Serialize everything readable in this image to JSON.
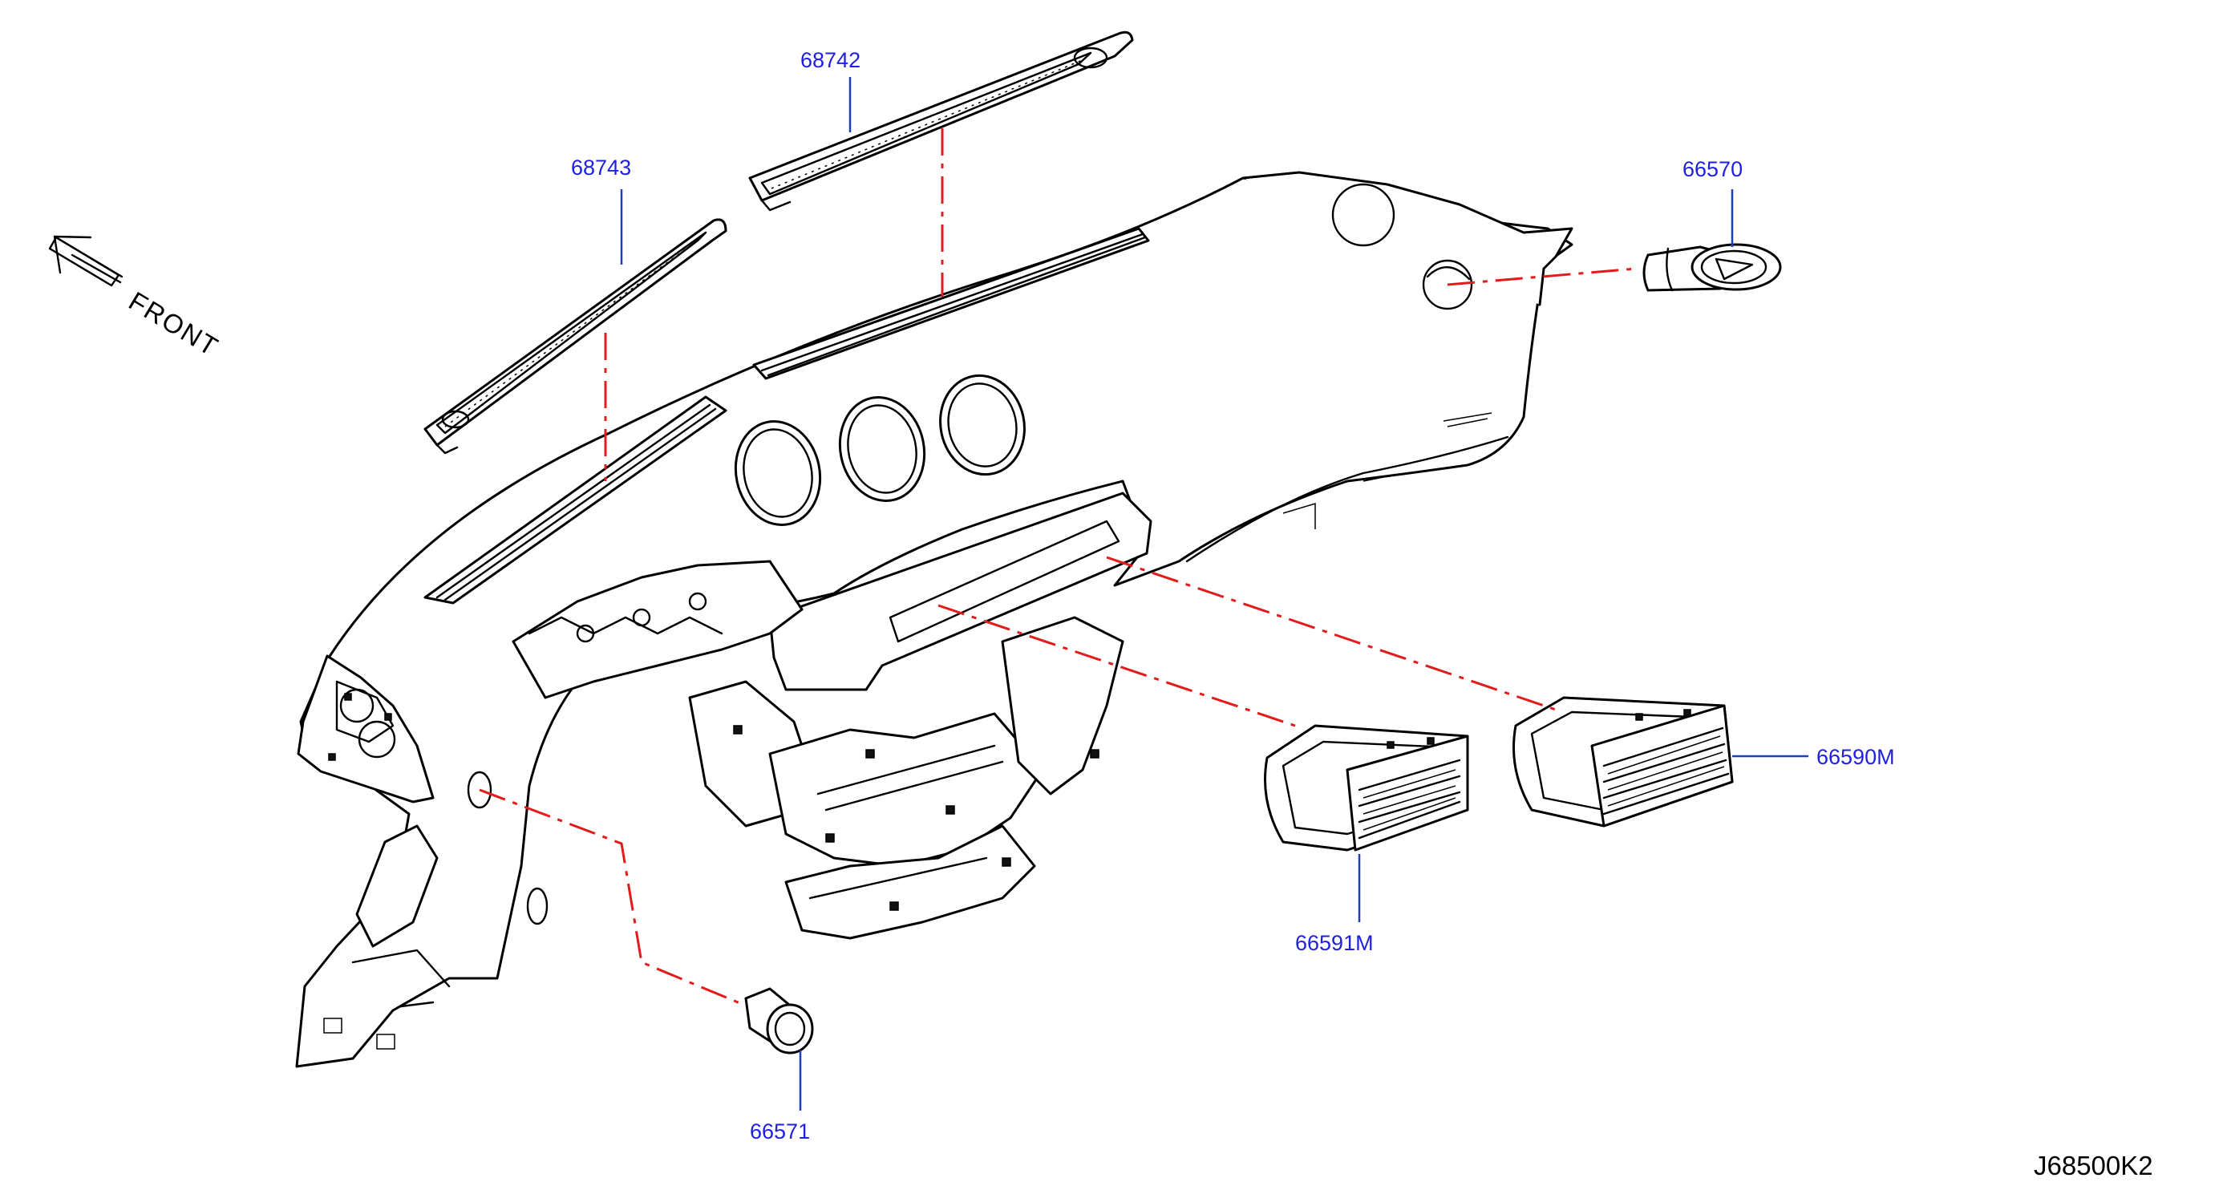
{
  "diagram": {
    "parts": [
      {
        "key": "defroster_right",
        "number": "68742"
      },
      {
        "key": "defroster_left",
        "number": "68743"
      },
      {
        "key": "side_vent_right",
        "number": "66570"
      },
      {
        "key": "center_vent_right",
        "number": "66590M"
      },
      {
        "key": "center_vent_left",
        "number": "66591M"
      },
      {
        "key": "side_vent_left",
        "number": "66571"
      }
    ],
    "orientation_label": "FRONT",
    "illustration_code": "J68500K2",
    "colors": {
      "part_number_text": "#1f1fe0",
      "leader_line": "#1f3fbf",
      "assembly_line": "#e21b1b",
      "line_art": "#000000"
    },
    "icons": [
      "front-direction-arrow-icon"
    ]
  }
}
